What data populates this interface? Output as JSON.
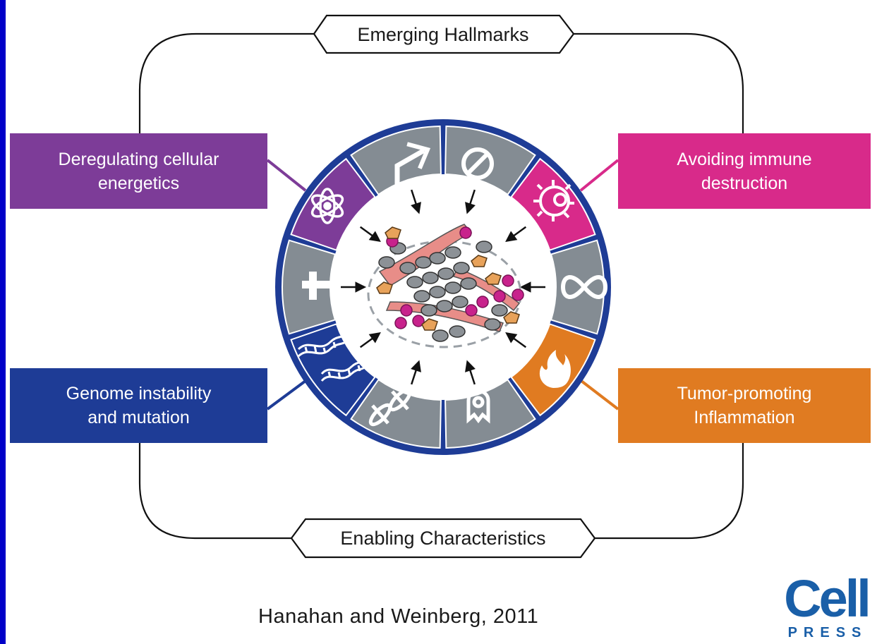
{
  "emerging_hallmarks": "Emerging Hallmarks",
  "enabling_characteristics": "Enabling Characteristics",
  "boxes": {
    "energetics": "Deregulating cellular\nenergetics",
    "immune": "Avoiding immune\ndestruction",
    "genome": "Genome instability\nand mutation",
    "inflammation": "Tumor-promoting\nInflammation"
  },
  "citation": "Hanahan and Weinberg, 2011",
  "logo": {
    "word": "Cell",
    "sub": "PRESS"
  },
  "colors": {
    "energetics": "#7d3c98",
    "immune": "#d82a8a",
    "genome": "#1e3c96",
    "inflammation": "#e07b21",
    "gray_segment": "#848c93",
    "ring": "#1e3c96",
    "logo": "#1a5fa8"
  },
  "icons": [
    "growth-arrow-icon",
    "no-entry-icon",
    "immune-cell-icon",
    "infinity-icon",
    "flame-icon",
    "cell-ghost-icon",
    "vessel-tube-icon",
    "dna-icon",
    "dagger-icon",
    "atom-icon"
  ]
}
